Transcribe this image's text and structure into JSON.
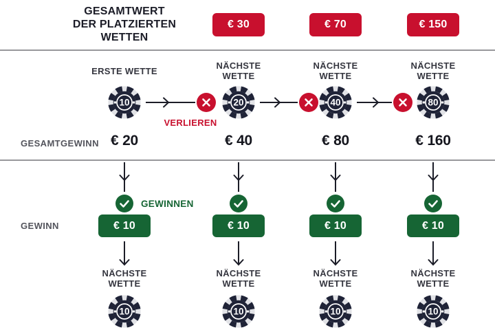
{
  "colors": {
    "red": "#c8102e",
    "green": "#166534",
    "chip_navy": "#1f2337",
    "chip_ring": "#e2e3e7",
    "text_dark": "#1b1c27",
    "label_gray": "#53545c",
    "divider_gray": "#97979b"
  },
  "header": {
    "line1": "GESAMTWERT",
    "line2": "DER PLATZIERTEN",
    "line3": "WETTEN"
  },
  "top_row": {
    "badges": [
      "€ 30",
      "€ 70",
      "€ 150"
    ]
  },
  "bet_row": {
    "first_label": "ERSTE WETTE",
    "next_label_line1": "NÄCHSTE",
    "next_label_line2": "WETTE",
    "chips": [
      "10",
      "20",
      "40",
      "80"
    ],
    "lose_label": "VERLIEREN"
  },
  "total_row": {
    "label": "GESAMTGEWINN",
    "values": [
      "€ 20",
      "€ 40",
      "€ 80",
      "€ 160"
    ]
  },
  "win_row": {
    "label": "GEWINN",
    "win_label": "GEWINNEN",
    "badges": [
      "€ 10",
      "€ 10",
      "€ 10",
      "€ 10"
    ]
  },
  "next_row": {
    "label_line1": "NÄCHSTE",
    "label_line2": "WETTE",
    "chips": [
      "10",
      "10",
      "10",
      "10"
    ]
  }
}
